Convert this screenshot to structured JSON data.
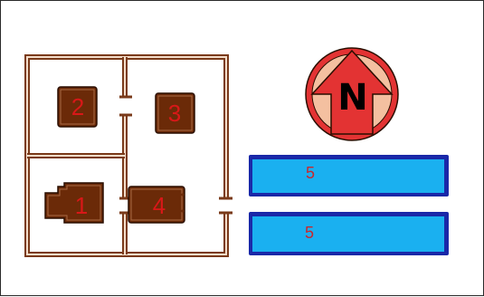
{
  "compass": {
    "letter": "N",
    "icon": "north-arrow-icon"
  },
  "rooms": [
    {
      "label": "2"
    },
    {
      "label": "3"
    },
    {
      "label": "1"
    },
    {
      "label": "4"
    }
  ],
  "bars": [
    {
      "label": "5"
    },
    {
      "label": "5"
    }
  ],
  "colors": {
    "wall": "#7a3a1a",
    "wall_fill": "#f3dcc9",
    "room": "#6b2a08",
    "bar_fill": "#1ab0f0",
    "bar_border": "#1a28a8",
    "compass_ring": "#f4c0a0",
    "compass_arrow": "#e33333",
    "label_text": "#d81818"
  }
}
